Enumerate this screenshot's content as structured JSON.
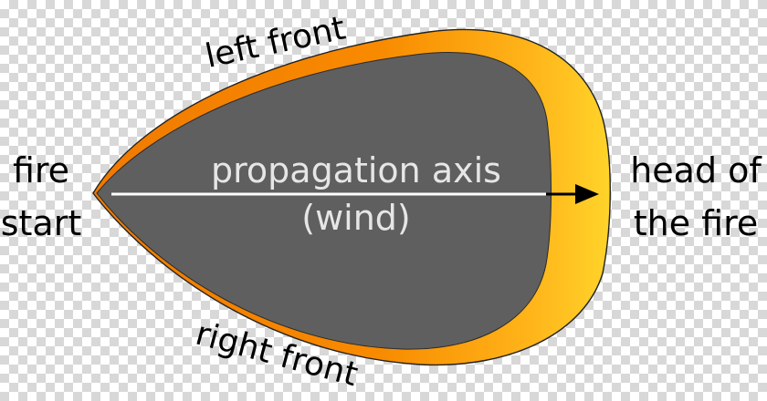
{
  "colors": {
    "burnt_area": "#5f5f5f",
    "front_dark": "#f07a00",
    "front_light": "#ffcd1c",
    "outline": "#222222",
    "axis_line": "#ffffff",
    "axis_arrow": "#000000"
  },
  "labels": {
    "fire_start": [
      "fire",
      "start"
    ],
    "head": [
      "head of",
      "the fire"
    ],
    "left_front": "left front",
    "right_front": "right front",
    "axis_title": "propagation axis",
    "axis_sub": "(wind)"
  }
}
